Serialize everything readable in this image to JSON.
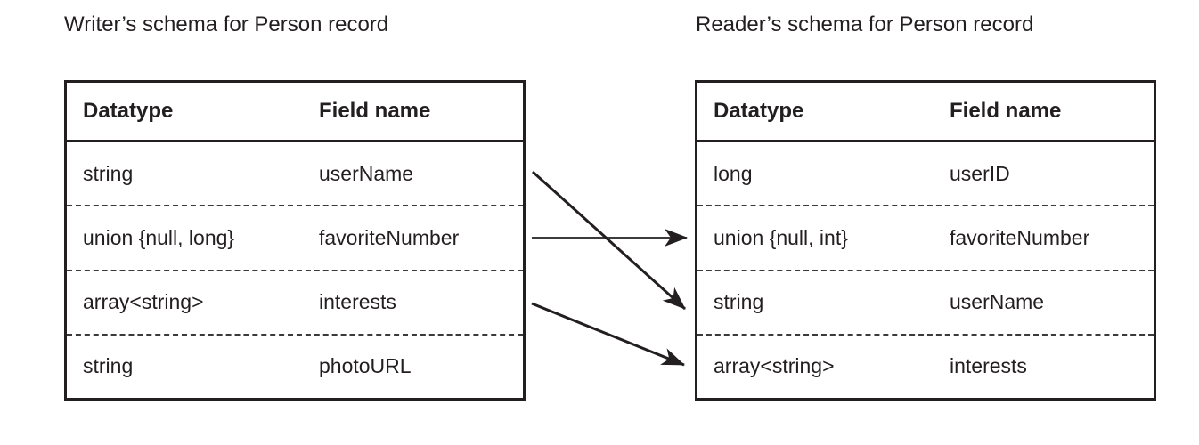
{
  "diagram": {
    "writer_schema": {
      "title": "Writer’s schema for Person record",
      "columns": {
        "datatype": "Datatype",
        "field": "Field name"
      },
      "rows": [
        {
          "datatype": "string",
          "field": "userName"
        },
        {
          "datatype": "union {null, long}",
          "field": "favoriteNumber"
        },
        {
          "datatype": "array<string>",
          "field": "interests"
        },
        {
          "datatype": "string",
          "field": "photoURL"
        }
      ]
    },
    "reader_schema": {
      "title": "Reader’s schema for Person record",
      "columns": {
        "datatype": "Datatype",
        "field": "Field name"
      },
      "rows": [
        {
          "datatype": "long",
          "field": "userID"
        },
        {
          "datatype": "union {null, int}",
          "field": "favoriteNumber"
        },
        {
          "datatype": "string",
          "field": "userName"
        },
        {
          "datatype": "array<string>",
          "field": "interests"
        }
      ]
    },
    "field_mappings": [
      {
        "from": "userName",
        "to": "userName"
      },
      {
        "from": "favoriteNumber",
        "to": "favoriteNumber"
      },
      {
        "from": "interests",
        "to": "interests"
      }
    ],
    "colors": {
      "ink": "#231f20",
      "background": "#ffffff"
    }
  }
}
